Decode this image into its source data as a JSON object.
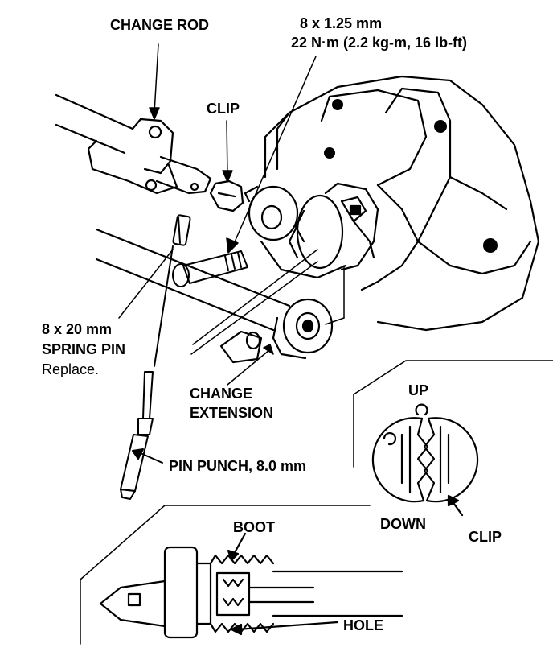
{
  "labels": {
    "change_rod": "CHANGE ROD",
    "bolt_size": "8 x 1.25 mm",
    "bolt_torque": "22 N·m (2.2 kg-m, 16 lb-ft)",
    "clip_top": "CLIP",
    "spring_pin_size": "8 x 20 mm",
    "spring_pin": "SPRING PIN",
    "replace": "Replace.",
    "change": "CHANGE",
    "extension": "EXTENSION",
    "up": "UP",
    "down": "DOWN",
    "clip_bottom": "CLIP",
    "pin_punch": "PIN PUNCH, 8.0 mm",
    "boot": "BOOT",
    "hole": "HOLE"
  }
}
